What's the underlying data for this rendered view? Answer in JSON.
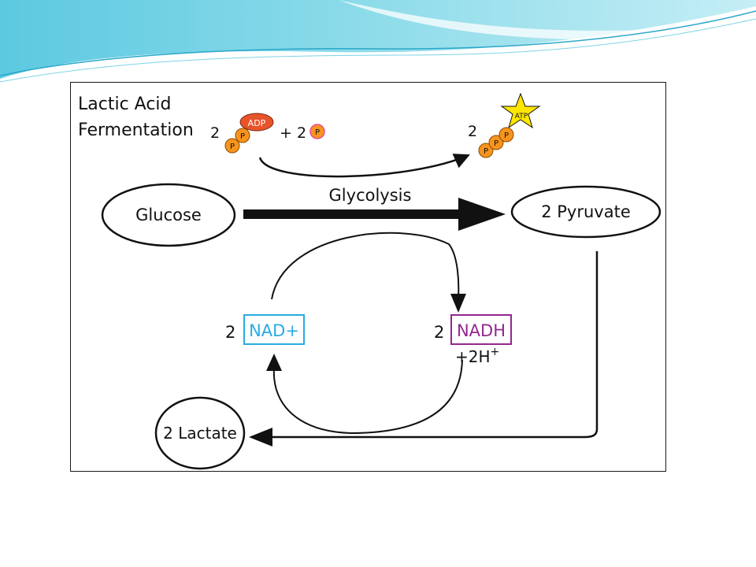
{
  "diagram": {
    "title_line1": "Lactic Acid",
    "title_line2": "Fermentation",
    "inputs": {
      "adp_coef": "2",
      "adp_label": "ADP",
      "phosphate_label": "P",
      "plus_p_text": "+ 2"
    },
    "outputs": {
      "atp_coef": "2",
      "atp_label": "ATP",
      "phosphate_label": "P"
    },
    "glycolysis_label": "Glycolysis",
    "glucose_label": "Glucose",
    "pyruvate_label": "2 Pyruvate",
    "lactate_label": "2 Lactate",
    "nad_coef": "2",
    "nad_label": "NAD+",
    "nadh_coef": "2",
    "nadh_label": "NADH",
    "hydrogen_text": "+2H",
    "hydrogen_sup": "+"
  },
  "colors": {
    "nad": "#29abe2",
    "nadh": "#93278f",
    "adp_fill": "#e8532a",
    "phosphate_fill": "#f7941d",
    "atp_star": "#ffe600",
    "slide_accent": "#2aa7c9"
  }
}
